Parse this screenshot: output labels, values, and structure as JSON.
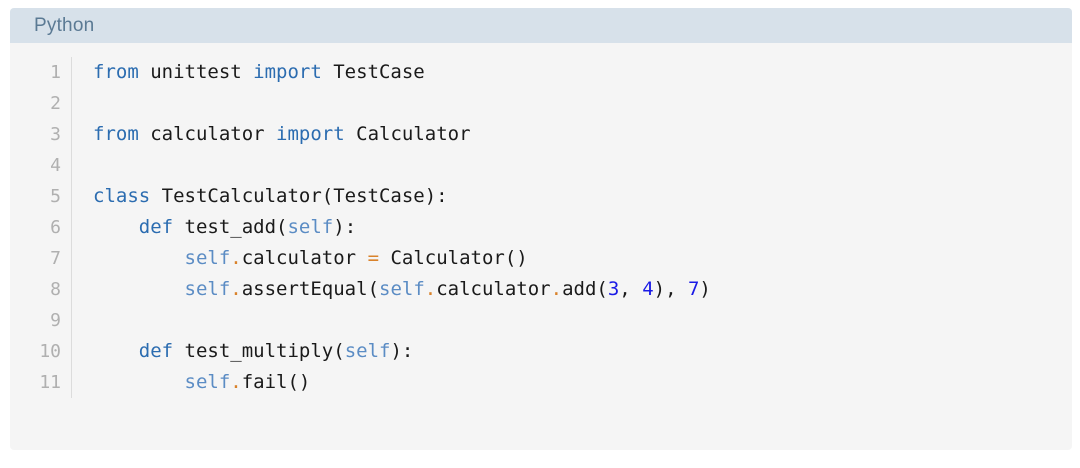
{
  "code_block": {
    "header": {
      "language_label": "Python"
    },
    "gutter": {
      "line_numbers": [
        "1",
        "2",
        "3",
        "4",
        "5",
        "6",
        "7",
        "8",
        "9",
        "10",
        "11"
      ]
    },
    "lines": [
      {
        "number": "1",
        "text": "from unittest import TestCase",
        "tokens": [
          {
            "t": "from",
            "k": "kw"
          },
          {
            "t": " unittest ",
            "k": "id"
          },
          {
            "t": "import",
            "k": "kw"
          },
          {
            "t": " TestCase",
            "k": "id"
          }
        ]
      },
      {
        "number": "2",
        "text": "",
        "tokens": []
      },
      {
        "number": "3",
        "text": "from calculator import Calculator",
        "tokens": [
          {
            "t": "from",
            "k": "kw"
          },
          {
            "t": " calculator ",
            "k": "id"
          },
          {
            "t": "import",
            "k": "kw"
          },
          {
            "t": " Calculator",
            "k": "id"
          }
        ]
      },
      {
        "number": "4",
        "text": "",
        "tokens": []
      },
      {
        "number": "5",
        "text": "class TestCalculator(TestCase):",
        "tokens": [
          {
            "t": "class",
            "k": "kw"
          },
          {
            "t": " TestCalculator(TestCase):",
            "k": "id"
          }
        ]
      },
      {
        "number": "6",
        "text": "    def test_add(self):",
        "tokens": [
          {
            "t": "    ",
            "k": "id"
          },
          {
            "t": "def",
            "k": "kw"
          },
          {
            "t": " test_add(",
            "k": "id"
          },
          {
            "t": "self",
            "k": "self"
          },
          {
            "t": "):",
            "k": "id"
          }
        ]
      },
      {
        "number": "7",
        "text": "        self.calculator = Calculator()",
        "tokens": [
          {
            "t": "        ",
            "k": "id"
          },
          {
            "t": "self",
            "k": "self"
          },
          {
            "t": ".",
            "k": "op"
          },
          {
            "t": "calculator ",
            "k": "id"
          },
          {
            "t": "=",
            "k": "op"
          },
          {
            "t": " Calculator()",
            "k": "id"
          }
        ]
      },
      {
        "number": "8",
        "text": "        self.assertEqual(self.calculator.add(3, 4), 7)",
        "tokens": [
          {
            "t": "        ",
            "k": "id"
          },
          {
            "t": "self",
            "k": "self"
          },
          {
            "t": ".",
            "k": "op"
          },
          {
            "t": "assertEqual(",
            "k": "id"
          },
          {
            "t": "self",
            "k": "self"
          },
          {
            "t": ".",
            "k": "op"
          },
          {
            "t": "calculator",
            "k": "id"
          },
          {
            "t": ".",
            "k": "op"
          },
          {
            "t": "add(",
            "k": "id"
          },
          {
            "t": "3",
            "k": "num"
          },
          {
            "t": ", ",
            "k": "id"
          },
          {
            "t": "4",
            "k": "num"
          },
          {
            "t": "), ",
            "k": "id"
          },
          {
            "t": "7",
            "k": "num"
          },
          {
            "t": ")",
            "k": "id"
          }
        ]
      },
      {
        "number": "9",
        "text": "",
        "tokens": []
      },
      {
        "number": "10",
        "text": "    def test_multiply(self):",
        "tokens": [
          {
            "t": "    ",
            "k": "id"
          },
          {
            "t": "def",
            "k": "kw"
          },
          {
            "t": " test_multiply(",
            "k": "id"
          },
          {
            "t": "self",
            "k": "self"
          },
          {
            "t": "):",
            "k": "id"
          }
        ]
      },
      {
        "number": "11",
        "text": "        self.fail()",
        "tokens": [
          {
            "t": "        ",
            "k": "id"
          },
          {
            "t": "self",
            "k": "self"
          },
          {
            "t": ".",
            "k": "op"
          },
          {
            "t": "fail()",
            "k": "id"
          }
        ]
      }
    ],
    "colors": {
      "page_background": "#ffffff",
      "block_background": "#f5f5f5",
      "header_background": "#d7e1ea",
      "header_text": "#5b7a94",
      "line_number_text": "#b0b0b0",
      "gutter_divider": "#dcdcdc",
      "keyword": "#2b6cb0",
      "self_keyword": "#5b8cc4",
      "operator": "#d9822b",
      "number": "#1a1ae6",
      "identifier": "#1a1a1a"
    }
  }
}
